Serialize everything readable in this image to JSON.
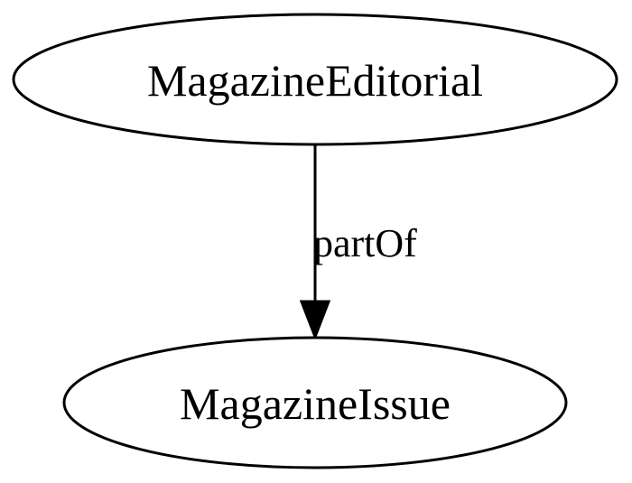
{
  "nodes": {
    "source": {
      "label": "MagazineEditorial"
    },
    "target": {
      "label": "MagazineIssue"
    }
  },
  "edge": {
    "label": "partOf"
  }
}
